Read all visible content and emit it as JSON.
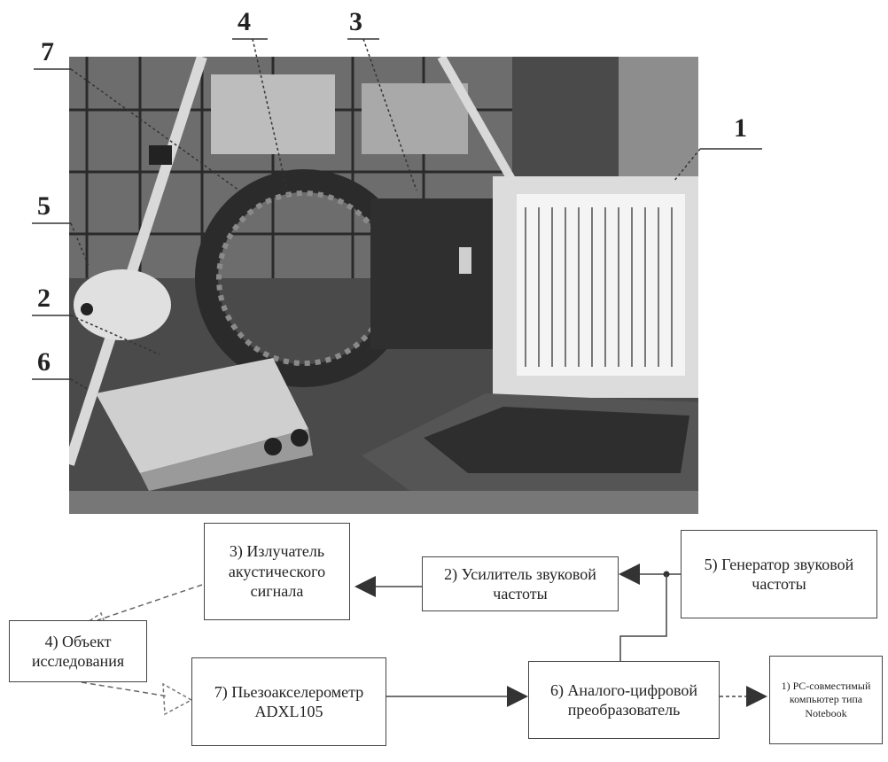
{
  "photo_labels": [
    "7",
    "4",
    "3",
    "1",
    "5",
    "2",
    "6"
  ],
  "blocks": {
    "emitter": [
      "3) Излучатель",
      "акустического",
      "сигнала"
    ],
    "amplifier": [
      "2) Усилитель звуковой",
      "частоты"
    ],
    "generator": [
      "5) Генератор звуковой",
      "частоты"
    ],
    "object": [
      "4) Объект",
      "исследования"
    ],
    "accelerometer": [
      "7) Пьезоакселерометр",
      "ADXL105"
    ],
    "adc": [
      "6) Аналого-цифровой",
      "преобразователь"
    ],
    "computer": [
      "1) PC-совместимый",
      "компьютер типа",
      "Notebook"
    ]
  }
}
